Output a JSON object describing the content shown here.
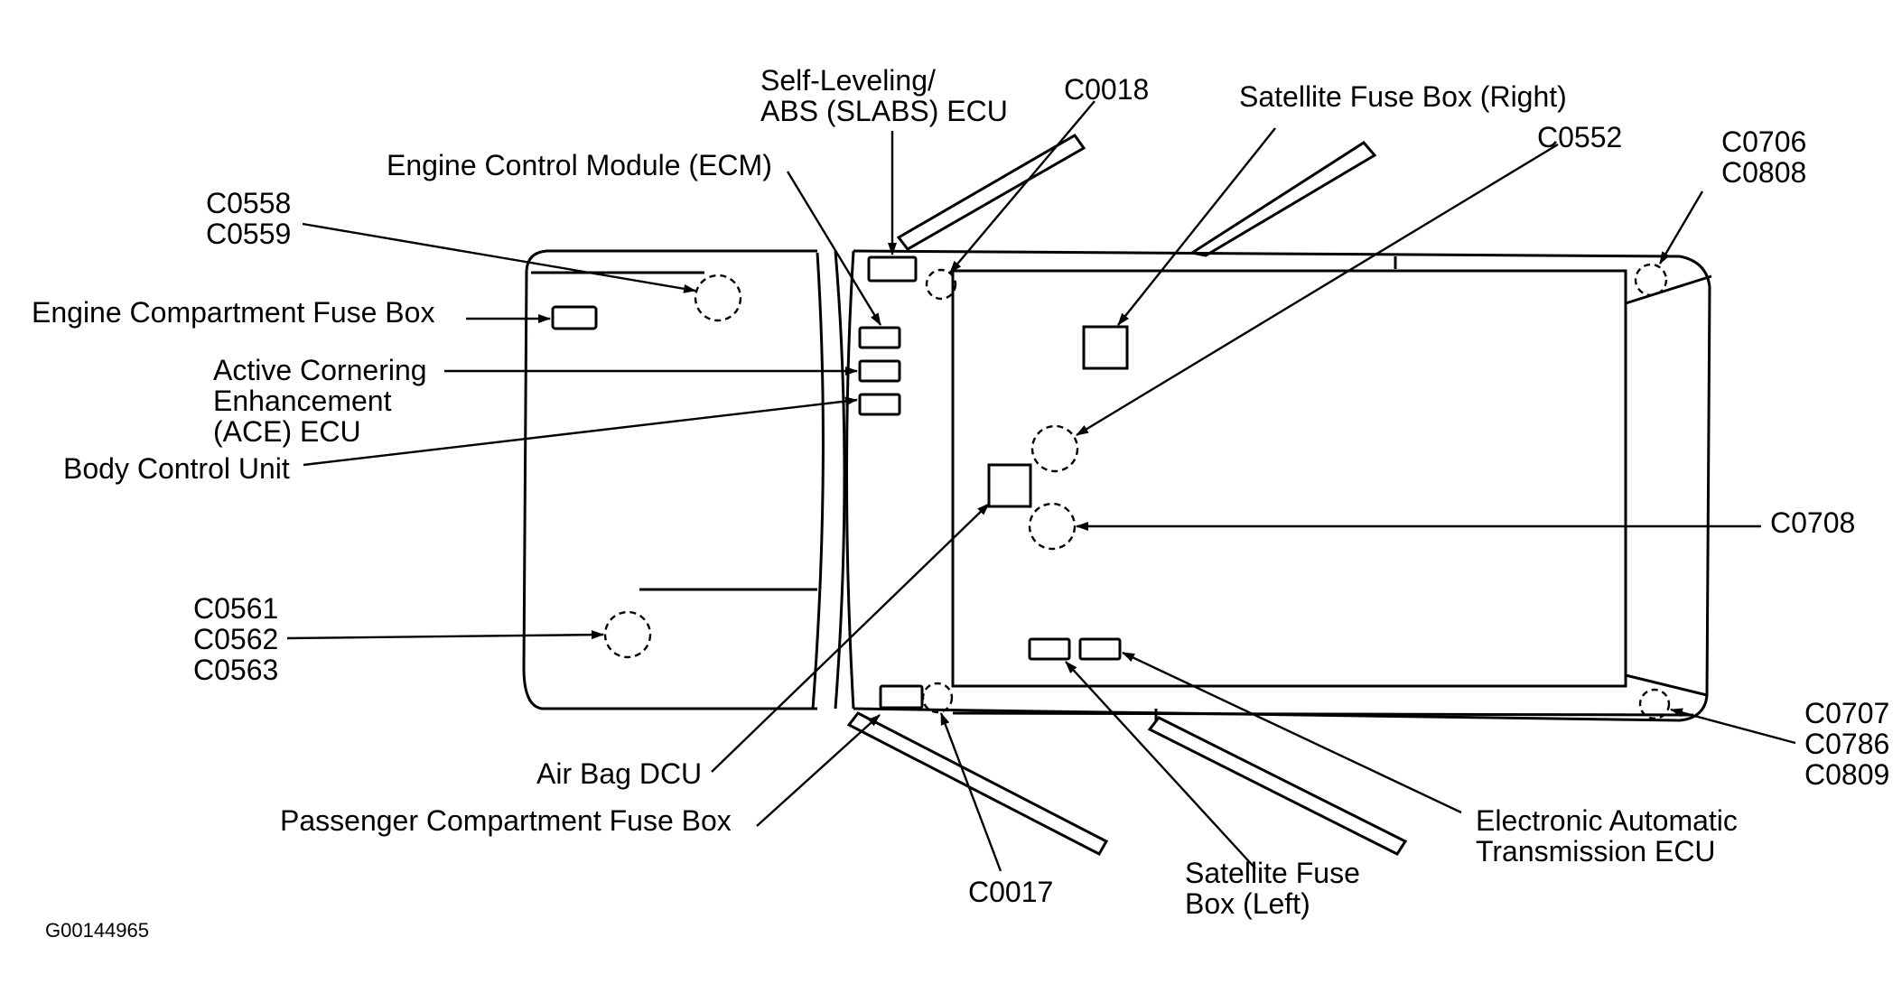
{
  "labels": {
    "self_leveling": [
      "Self-Leveling/",
      "ABS (SLABS) ECU"
    ],
    "c0018": "C0018",
    "satellite_right": "Satellite Fuse Box (Right)",
    "c0552": "C0552",
    "c0706_c0808": [
      "C0706",
      "C0808"
    ],
    "ecm": "Engine Control Module (ECM)",
    "c0558_c0559": [
      "C0558",
      "C0559"
    ],
    "engine_fuse_box": "Engine Compartment Fuse Box",
    "ace_ecu": [
      "Active Cornering",
      "Enhancement",
      "(ACE) ECU"
    ],
    "body_control_unit": "Body Control Unit",
    "c0708": "C0708",
    "c0561_c0563": [
      "C0561",
      "C0562",
      "C0563"
    ],
    "air_bag_dcu": "Air Bag DCU",
    "passenger_fuse_box": "Passenger Compartment Fuse Box",
    "c0017": "C0017",
    "satellite_left": [
      "Satellite Fuse",
      "Box (Left)"
    ],
    "eat_ecu": [
      "Electronic Automatic",
      "Transmission ECU"
    ],
    "c0707_group": [
      "C0707",
      "C0786",
      "C0809"
    ]
  },
  "figure_id": "G00144965",
  "colors": {
    "ink": "#000000",
    "background": "#ffffff"
  }
}
